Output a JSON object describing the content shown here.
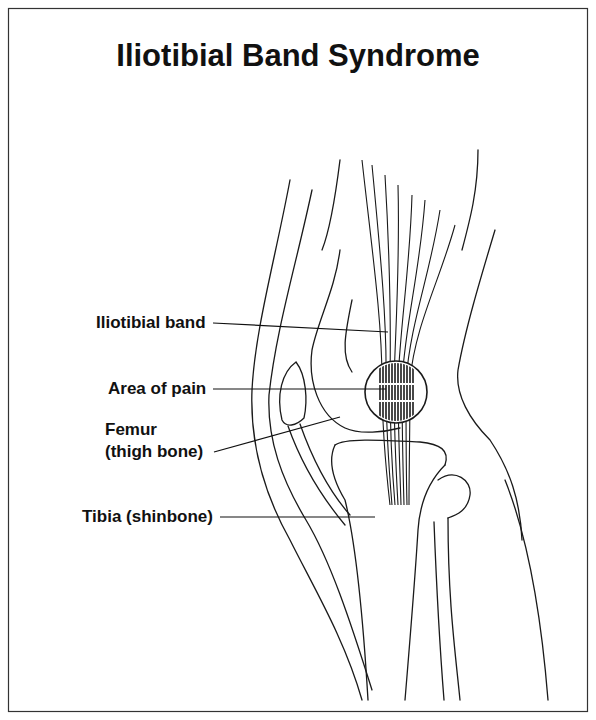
{
  "diagram": {
    "title": "Iliotibial Band Syndrome",
    "labels": [
      "Iliotibial band",
      "Area of pain",
      "Femur (thigh bone)",
      "Tibia (shinbone)"
    ]
  }
}
